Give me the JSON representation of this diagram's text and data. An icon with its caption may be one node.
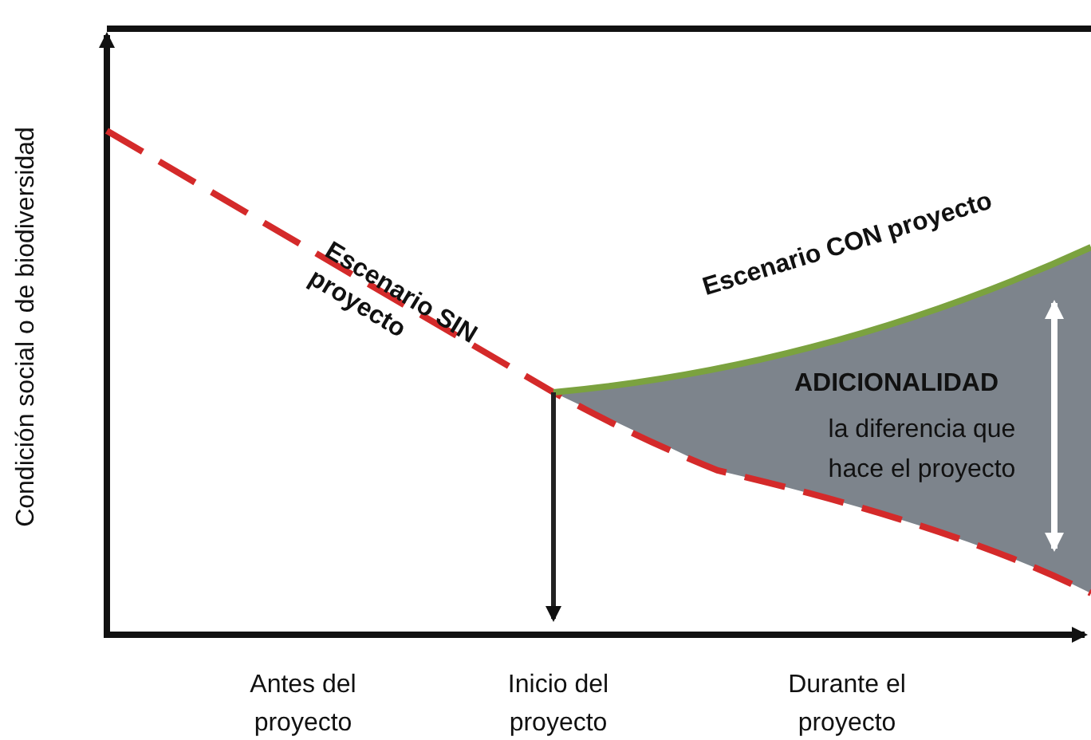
{
  "diagram": {
    "labels": [
      "Condición social o de biodiversidad",
      "Escenario CON proyecto",
      "Escenario SIN proyecto",
      "ADICIONALIDAD",
      "la diferencia que hace el proyecto",
      "Antes del proyecto",
      "Inicio del proyecto",
      "Durante el proyecto"
    ]
  }
}
